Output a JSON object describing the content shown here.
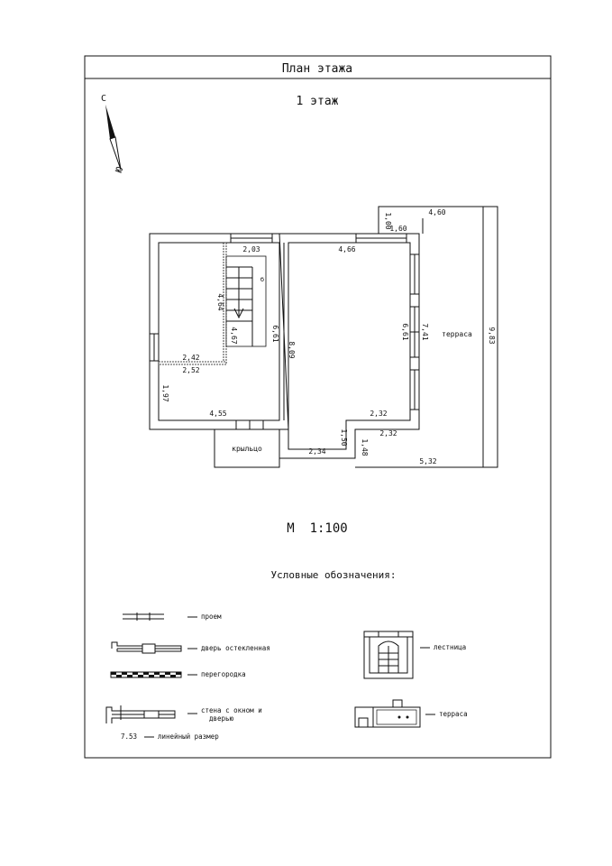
{
  "header": {
    "title": "План этажа"
  },
  "plan": {
    "floor_label": "1 этаж",
    "compass": {
      "north": "С",
      "south": "Ю"
    },
    "dimensions": {
      "d_203": "2,03",
      "d_466": "4,66",
      "d_100": "1,00",
      "d_460": "4,60",
      "d_160": "1,60",
      "d_464": "4,64",
      "d_467": "4,67",
      "d_661_left": "6,61",
      "d_809": "8,09",
      "d_661_right": "6,61",
      "d_741": "7,41",
      "d_983": "9,83",
      "d_242": "2,42",
      "d_252": "2,52",
      "d_197": "1,97",
      "d_455": "4,55",
      "d_232_a": "2,32",
      "d_232_b": "2,32",
      "d_150": "1,50",
      "d_148": "1,48",
      "d_234": "2,34",
      "d_532": "5,32"
    },
    "labels": {
      "terrace": "терраса",
      "porch": "крыльцо",
      "stair_mark": "б"
    },
    "scale": "М  1:100"
  },
  "legend": {
    "title": "Условные обозначения:",
    "items": {
      "opening": "проем",
      "glazed_door": "дверь остекленная",
      "partition": "перегородка",
      "wall_window_door_line1": "стена с окном и",
      "wall_window_door_line2": "дверью",
      "linear_value": "7.53",
      "linear_size": "линейный размер",
      "stairs": "лестница",
      "terrace": "терраса"
    }
  }
}
